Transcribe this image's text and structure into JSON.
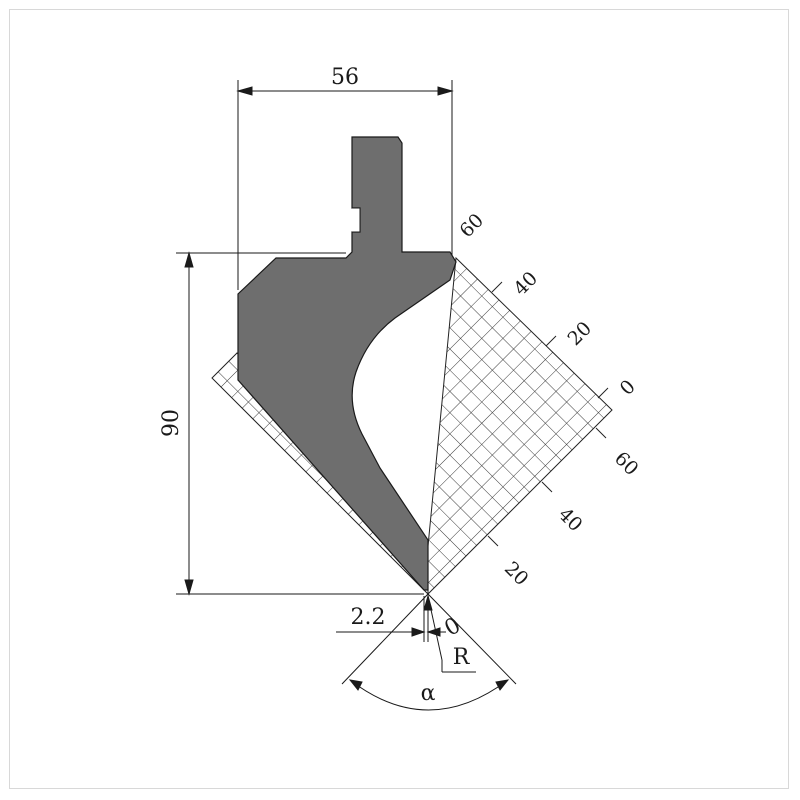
{
  "drawing": {
    "width_label": "56",
    "height_label": "90",
    "tip_width_label": "2.2",
    "tip_radius_label": "R",
    "tip_zero_label": "0",
    "angle_label": "α",
    "grid_scale_upper": [
      "60",
      "40",
      "20",
      "0"
    ],
    "grid_scale_lower": [
      "60",
      "40",
      "20"
    ]
  },
  "colors": {
    "tool_fill": "#6e6e6e",
    "line": "#1a1a1a",
    "grid": "#3a3a3a"
  }
}
